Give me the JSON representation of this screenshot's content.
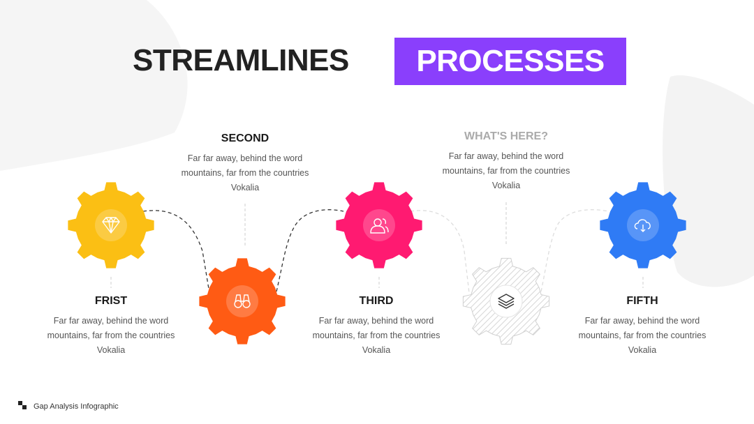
{
  "header": {
    "title_left": "STREAMLINES",
    "title_right": "PROCESSES",
    "accent_color": "#8a3ffc"
  },
  "steps": [
    {
      "title": "FRIST",
      "description": "Far far away, behind the word mountains, far from the countries Vokalia",
      "color": "#fbbf14",
      "icon": "diamond-icon"
    },
    {
      "title": "SECOND",
      "description": "Far far away, behind the word mountains, far from the countries Vokalia",
      "color": "#ff5b14",
      "icon": "binoculars-icon"
    },
    {
      "title": "THIRD",
      "description": "Far far away, behind the word mountains, far from the countries Vokalia",
      "color": "#ff1a71",
      "icon": "users-icon"
    },
    {
      "title": "WHAT'S HERE?",
      "description": "Far far away, behind the word mountains, far from the countries Vokalia",
      "color": "#e0e0e0",
      "icon": "layers-icon"
    },
    {
      "title": "FIFTH",
      "description": "Far far away, behind the word mountains, far from the countries Vokalia",
      "color": "#2f7bf5",
      "icon": "cloud-download-icon"
    }
  ],
  "footer": {
    "text": "Gap Analysis Infographic"
  }
}
